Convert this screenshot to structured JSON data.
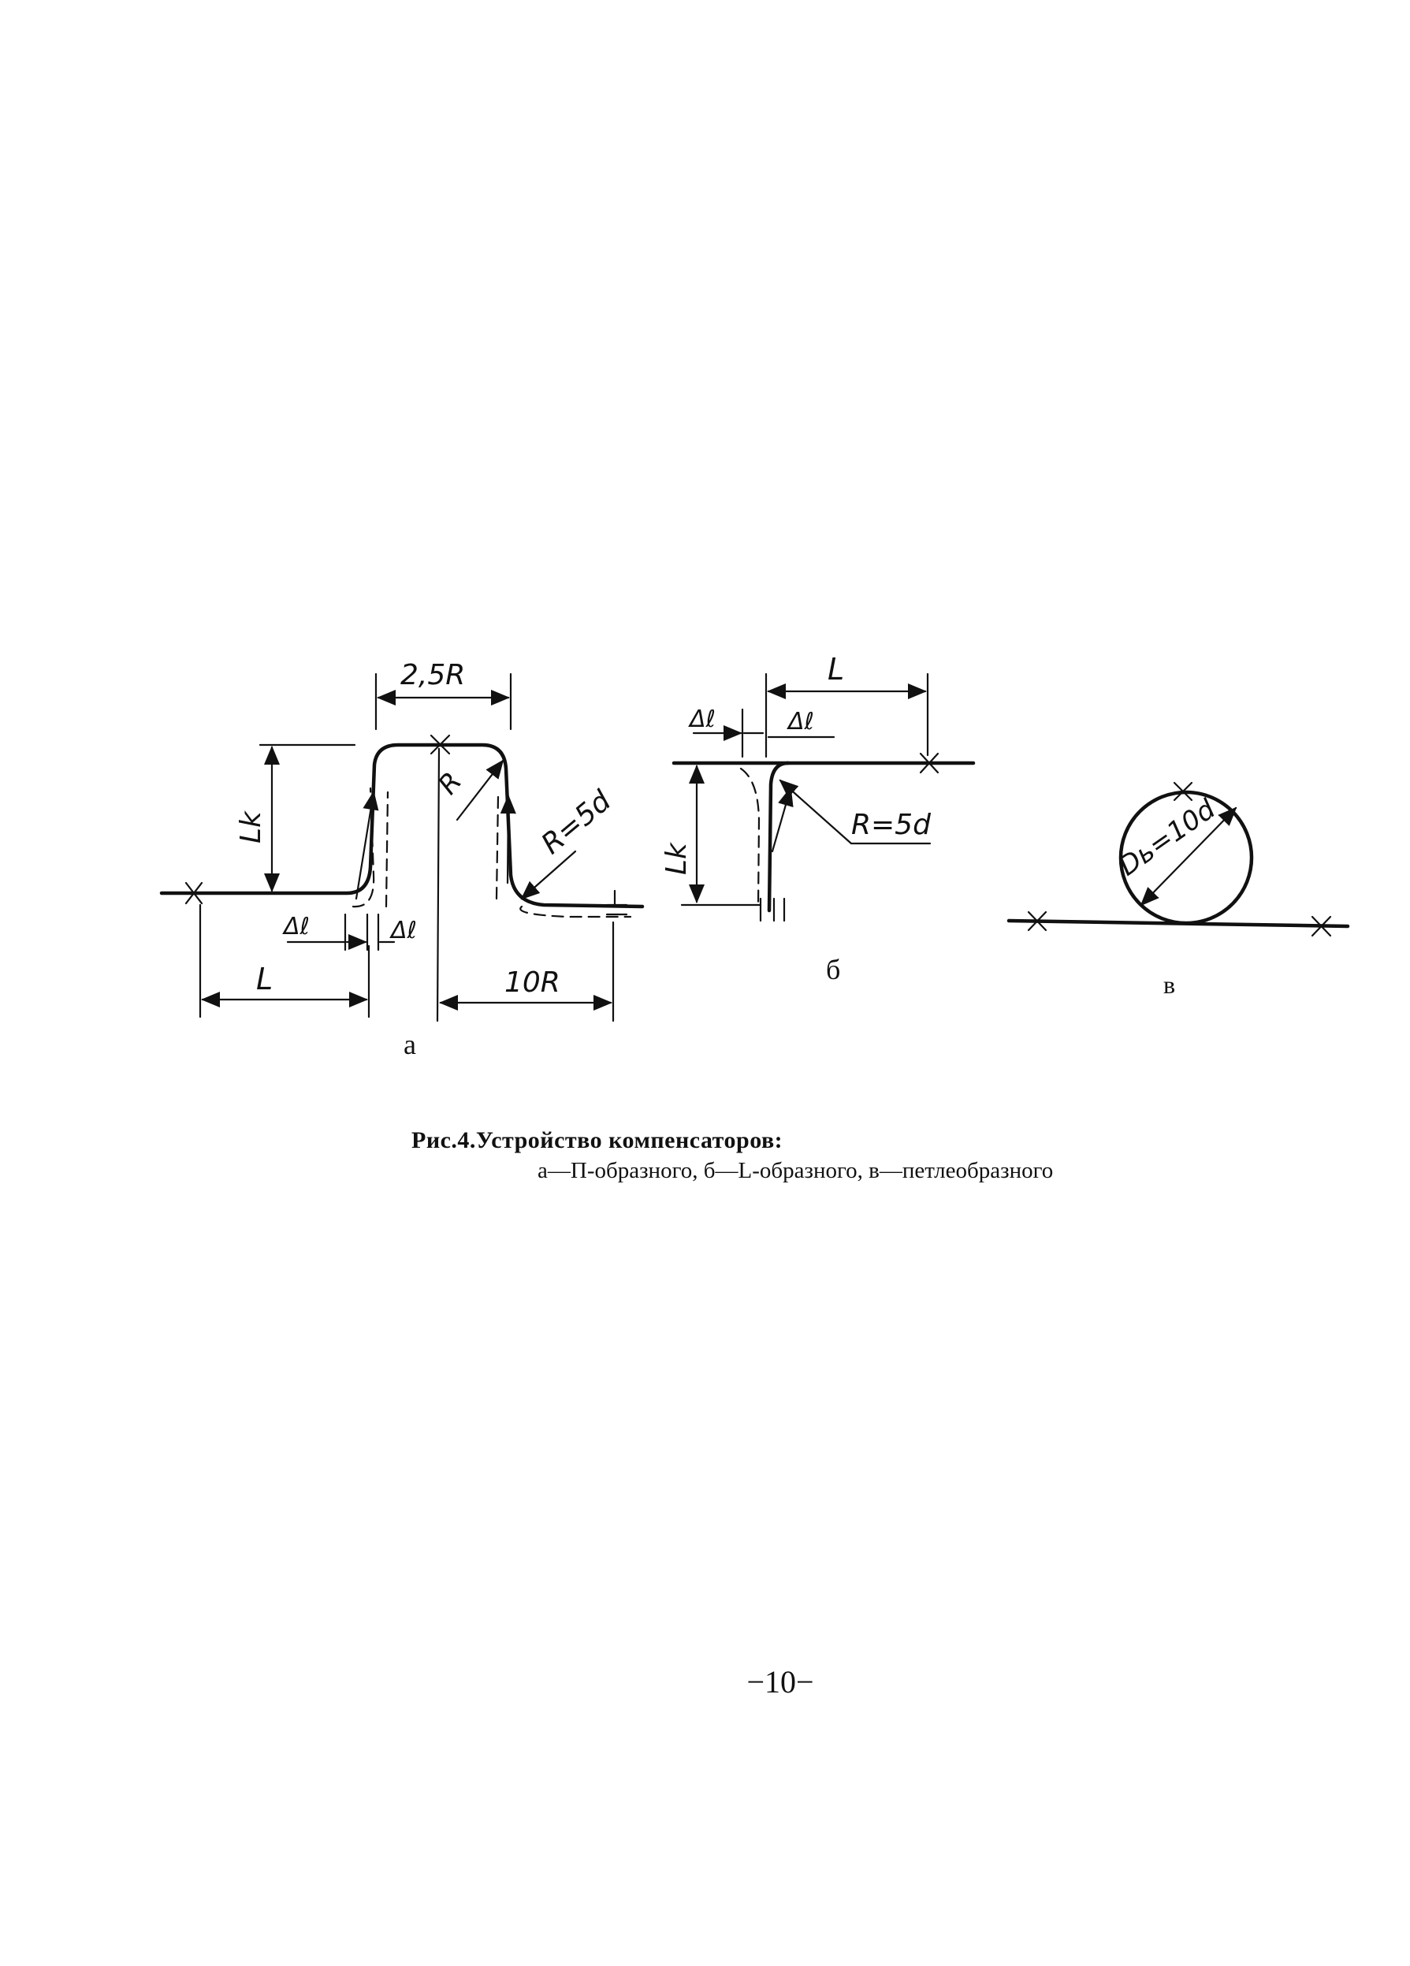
{
  "figure": {
    "labels": {
      "dim_2_5R": "2,5R",
      "dim_Lk_a": "Lk",
      "dim_R_a": "R",
      "dim_R5d_a": "R=5d",
      "dim_dl_a1": "Δℓ",
      "dim_dl_a2": "Δℓ",
      "dim_L_a": "L",
      "dim_10R": "10R",
      "dim_L_b": "L",
      "dim_dl_b1": "Δℓ",
      "dim_dl_b2": "Δℓ",
      "dim_Lk_b": "Lk",
      "dim_R5d_b": "R=5d",
      "dim_Db": "Dь=10d"
    },
    "subfig_labels": {
      "a": "а",
      "b": "б",
      "c": "в"
    }
  },
  "caption": {
    "title": "Рис.4.Устройство компенсаторов:",
    "subtitle": "а—П-образного, б—L-образного, в—петлеобразного"
  },
  "page_number": "−10−"
}
